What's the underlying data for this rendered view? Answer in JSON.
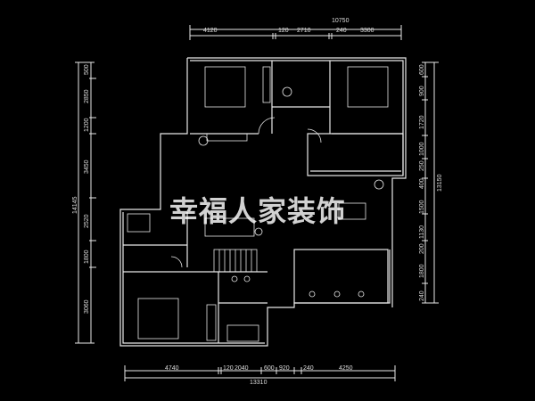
{
  "watermark": "幸福人家装饰",
  "dimensions": {
    "top_total": "10750",
    "top_segments": [
      "4120",
      "120",
      "2710",
      "240",
      "3300"
    ],
    "bottom_segments": [
      "4740",
      "120",
      "2040",
      "600",
      "920",
      "240",
      "4250"
    ],
    "bottom_total": "13310",
    "left_segments": [
      "500",
      "2850",
      "1200",
      "3450",
      "2520",
      "1800",
      "3060"
    ],
    "left_total": "14145",
    "right_segments": [
      "600",
      "900",
      "1720",
      "1000",
      "250",
      "400",
      "1500",
      "1130",
      "200",
      "1800",
      "240"
    ],
    "right_total": "13150"
  }
}
